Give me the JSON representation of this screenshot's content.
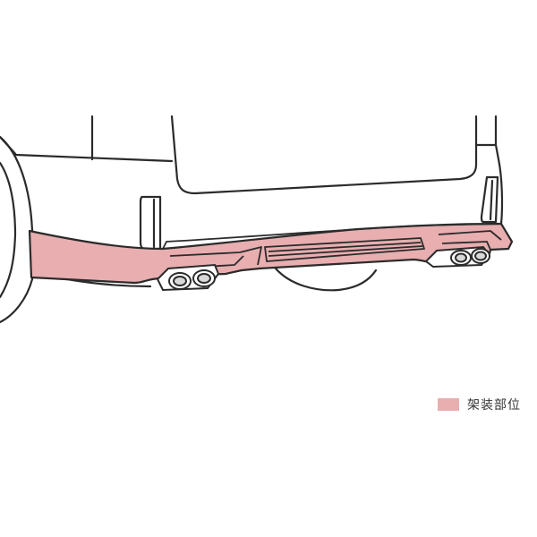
{
  "diagram": {
    "colors": {
      "outline": "#2b2b2b",
      "background": "#ffffff",
      "highlight": "#e8aeb0"
    },
    "parts": [
      "rear-bumper-diffuser",
      "left-rear-tire",
      "tailgate-window",
      "rear-quarter-window",
      "left-reflector",
      "right-reflector",
      "left-dual-exhaust",
      "right-dual-exhaust",
      "spare-wheel-shadow"
    ]
  },
  "legend": {
    "label": "架装部位",
    "swatch_color": "#e8aeb0"
  }
}
